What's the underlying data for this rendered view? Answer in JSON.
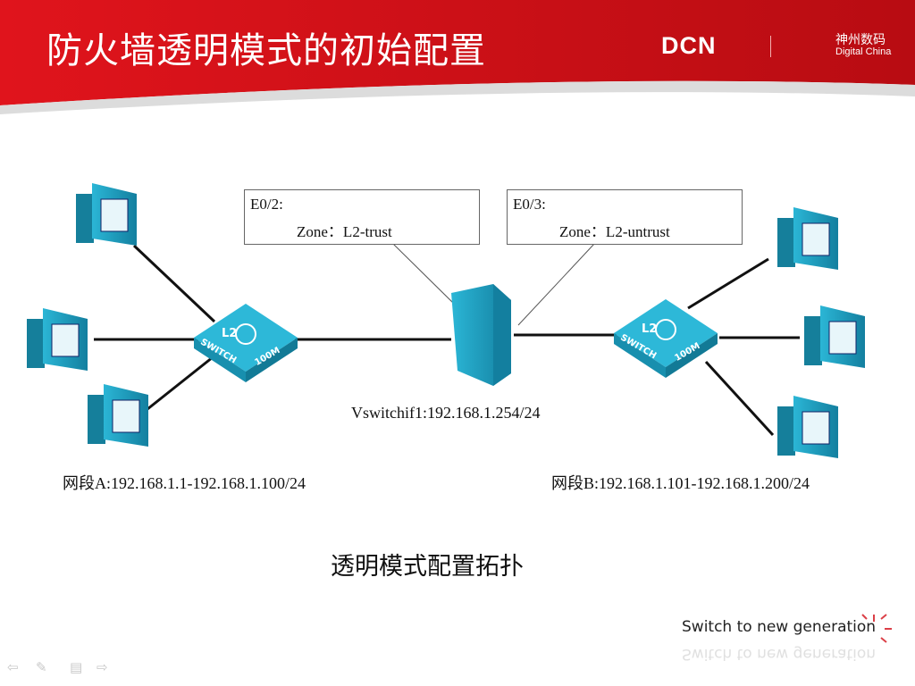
{
  "header": {
    "title": "防火墙透明模式的初始配置",
    "logo_dcn": "DCN",
    "logo_cn": "神州数码",
    "logo_en": "Digital China"
  },
  "diagram": {
    "port_left": {
      "port": "E0/2:",
      "zone": "Zone：L2-trust"
    },
    "port_right": {
      "port": "E0/3:",
      "zone": "Zone：L2-untrust"
    },
    "firewall_ip": "Vswitchif1:192.168.1.254/24",
    "segment_a": "网段A:192.168.1.1-192.168.1.100/24",
    "segment_b": "网段B:192.168.1.101-192.168.1.200/24",
    "switch_label": "SWITCH",
    "switch_speed": "100M",
    "switch_layer": "L2"
  },
  "caption": "透明模式配置拓扑",
  "footer": {
    "slogan": "Switch to new generation"
  },
  "colors": {
    "brand_red": "#d3101a",
    "device": "#1fa3c4"
  }
}
